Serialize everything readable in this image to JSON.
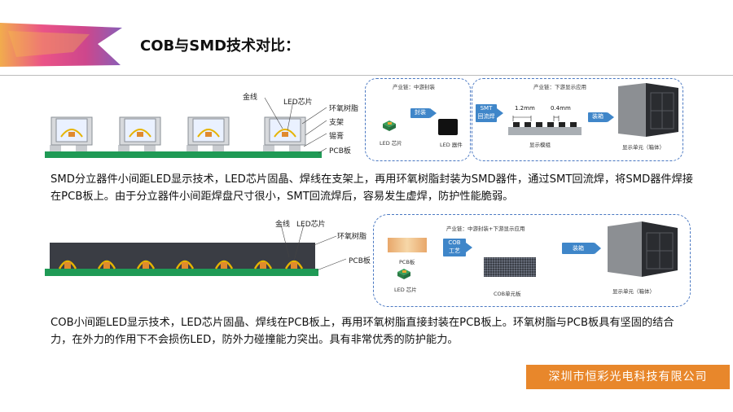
{
  "title": "COB与SMD技术对比：",
  "smd": {
    "labels": [
      "金线",
      "LED芯片",
      "环氧树脂",
      "支架",
      "锡膏",
      "PCB板"
    ],
    "chain_left_title": "产业链：中游封装",
    "chain_right_title": "产业链：下游显示应用",
    "smd_btn": "封装",
    "smt_btn": "SMT\n回流焊",
    "assemble_btn": "装箱",
    "chip_label": "LED 芯片",
    "device_label": "LED 器件",
    "board_label": "显示模组",
    "unit_label": "显示单元（箱体）",
    "dim1": "1.2mm",
    "dim2": "0.4mm",
    "description": "SMD分立器件小间距LED显示技术，LED芯片固晶、焊线在支架上，再用环氧树脂封装为SMD器件，通过SMT回流焊，将SMD器件焊接在PCB板上。由于分立器件小间距焊盘尺寸很小，SMT回流焊后，容易发生虚焊，防护性能脆弱。"
  },
  "cob": {
    "labels": [
      "金线",
      "LED芯片",
      "环氧树脂",
      "PCB板"
    ],
    "chain_title": "产业链：中游封装+下游显示应用",
    "cob_btn": "COB\n工艺",
    "assemble_btn": "装箱",
    "pcb_label": "PCB板",
    "chip_label": "LED 芯片",
    "unit_board_label": "COB单元板",
    "cabinet_label": "显示单元（箱体）",
    "description": "COB小间距LED显示技术，LED芯片固晶、焊线在PCB板上，再用环氧树脂直接封装在PCB板上。环氧树脂与PCB板具有坚固的结合力，在外力的作用下不会损伤LED，防外力碰撞能力突出。具有非常优秀的防护能力。"
  },
  "footer": "深圳市恒彩光电科技有限公司",
  "colors": {
    "accent": "#e8872b",
    "pcb": "#1f9a55",
    "chain": "#4a78c2"
  }
}
